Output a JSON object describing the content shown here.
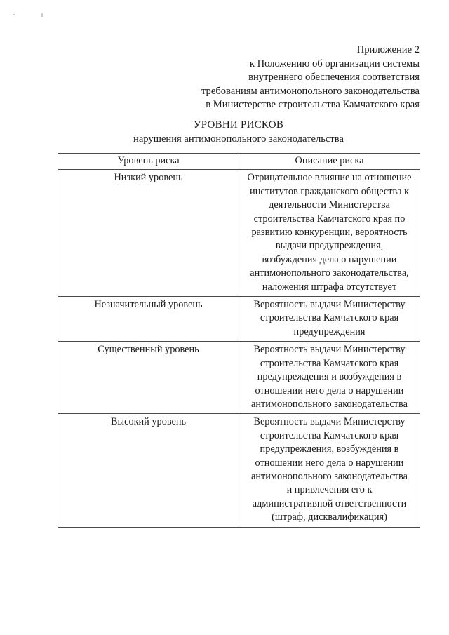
{
  "document": {
    "addressee": [
      "Приложение 2",
      "к Положению об организации системы",
      "внутреннего обеспечения соответствия",
      "требованиям антимонопольного законодательства",
      "в Министерстве строительства Камчатского края"
    ],
    "title": "УРОВНИ РИСКОВ",
    "subtitle": "нарушения антимонопольного законодательства"
  },
  "table": {
    "columns": [
      "Уровень риска",
      "Описание риска"
    ],
    "rows": [
      {
        "level": "Низкий уровень",
        "description_lines": [
          "Отрицательное влияние на отношение",
          "институтов гражданского общества к",
          "деятельности Министерства",
          "строительства Камчатского края по",
          "развитию конкуренции, вероятность",
          "выдачи предупреждения,",
          "возбуждения дела о нарушении",
          "антимонопольного законодательства,",
          "наложения штрафа отсутствует"
        ]
      },
      {
        "level": "Незначительный уровень",
        "description_lines": [
          "Вероятность выдачи Министерству",
          "строительства Камчатского края",
          "предупреждения"
        ]
      },
      {
        "level": "Существенный уровень",
        "description_lines": [
          "Вероятность выдачи Министерству",
          "строительства Камчатского края",
          "предупреждения и возбуждения в",
          "отношении него дела о нарушении",
          "антимонопольного законодательства"
        ]
      },
      {
        "level": "Высокий уровень",
        "description_lines": [
          "Вероятность выдачи Министерству",
          "строительства Камчатского края",
          "предупреждения, возбуждения в",
          "отношении него дела о нарушении",
          "антимонопольного законодательства",
          "и привлечения его к",
          "административной ответственности",
          "(штраф, дисквалификация)"
        ]
      }
    ]
  },
  "colors": {
    "page_background": "#ffffff",
    "text": "#1b1b1b",
    "table_border": "#4a4a4a"
  }
}
